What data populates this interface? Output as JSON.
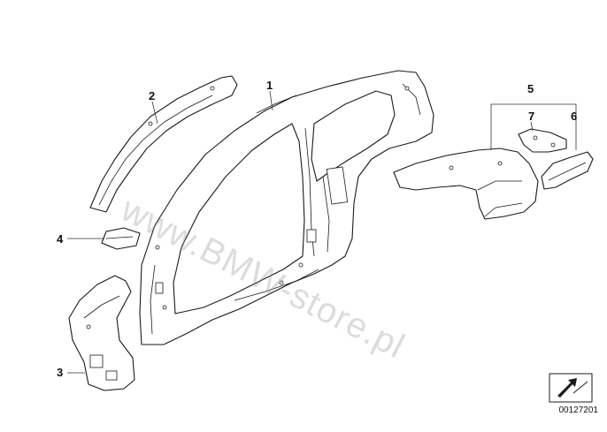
{
  "callouts": [
    {
      "id": "1",
      "label": "1"
    },
    {
      "id": "2",
      "label": "2"
    },
    {
      "id": "3",
      "label": "3"
    },
    {
      "id": "4",
      "label": "4"
    },
    {
      "id": "5",
      "label": "5"
    },
    {
      "id": "6",
      "label": "6"
    },
    {
      "id": "7",
      "label": "7"
    }
  ],
  "watermark": {
    "text": "www.BMW-store.pl"
  },
  "diagram_number": "00127201",
  "icons": [
    "arrow-label-icon"
  ]
}
